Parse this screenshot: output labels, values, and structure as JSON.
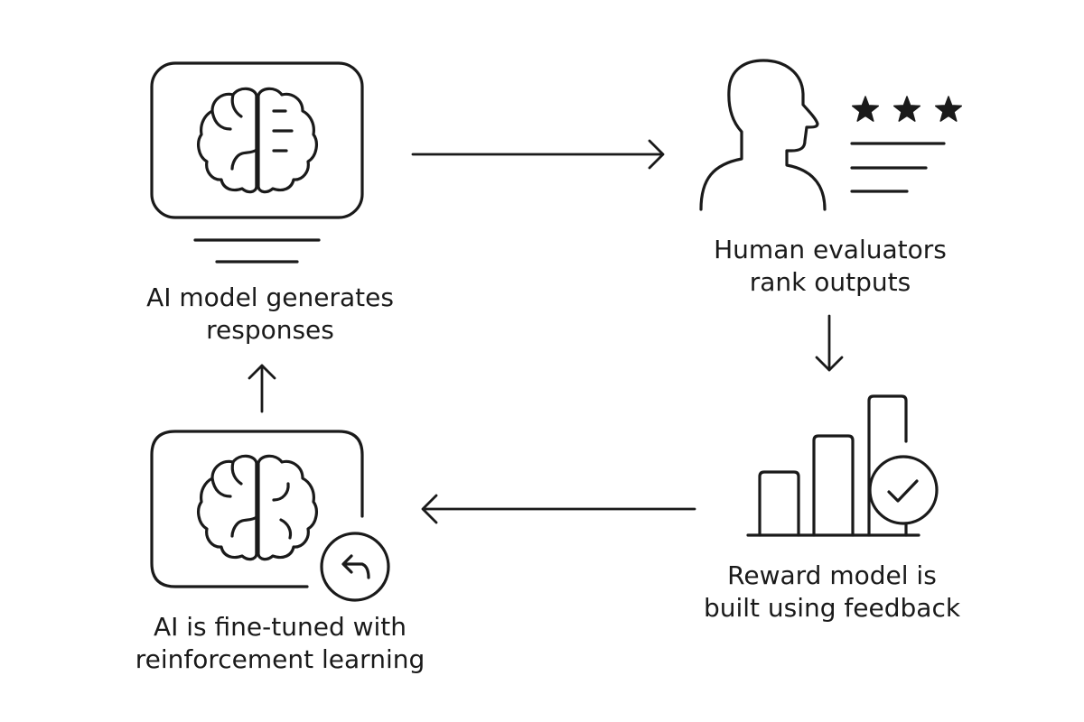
{
  "title": "RLHF training loop",
  "steps": [
    {
      "id": "generate",
      "icon": "monitor-brain-icon",
      "lines": [
        "AI model generates",
        "responses"
      ]
    },
    {
      "id": "evaluate",
      "icon": "human-evaluator-icon",
      "lines": [
        "Human evaluators",
        "rank outputs"
      ],
      "rating_stars": 3
    },
    {
      "id": "reward",
      "icon": "bar-chart-check-icon",
      "lines": [
        "Reward model is",
        "built using feedback"
      ]
    },
    {
      "id": "finetune",
      "icon": "monitor-brain-undo-icon",
      "lines": [
        "AI is fine-tuned with",
        "reinforcement learning"
      ]
    }
  ],
  "flow": [
    {
      "from": "generate",
      "to": "evaluate",
      "direction": "right"
    },
    {
      "from": "evaluate",
      "to": "reward",
      "direction": "down"
    },
    {
      "from": "reward",
      "to": "finetune",
      "direction": "left"
    },
    {
      "from": "finetune",
      "to": "generate",
      "direction": "up"
    }
  ],
  "colors": {
    "ink": "#1a1a1a",
    "background": "#ffffff"
  }
}
